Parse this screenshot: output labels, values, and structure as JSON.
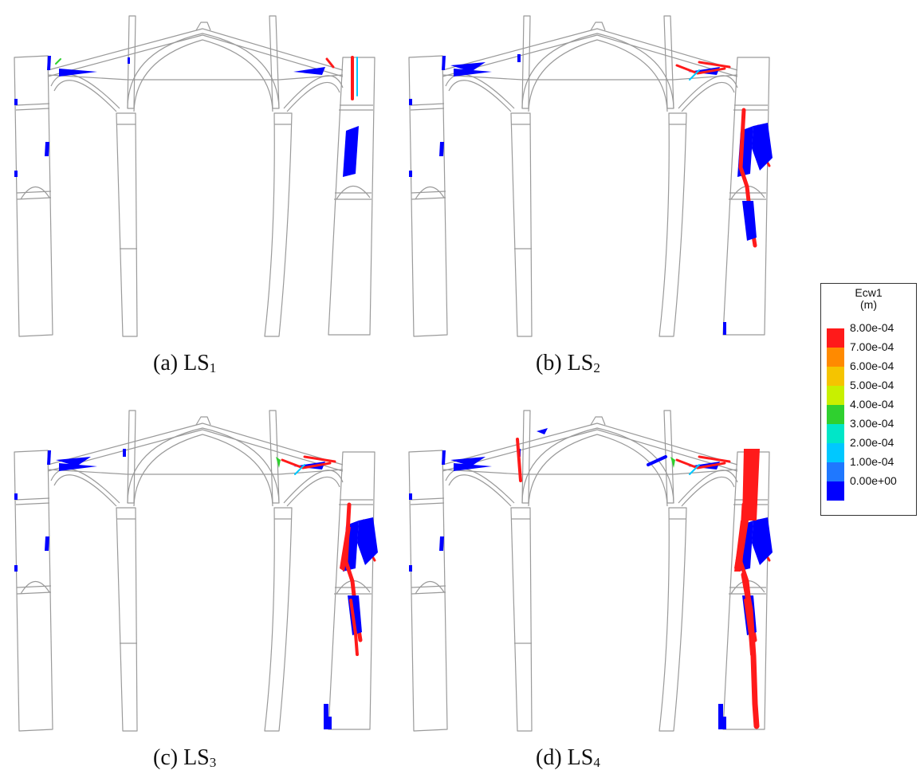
{
  "figure": {
    "panels": [
      {
        "id": "a",
        "caption": "(a) LS",
        "sub": "1",
        "stage": 1
      },
      {
        "id": "b",
        "caption": "(b) LS",
        "sub": "2",
        "stage": 2
      },
      {
        "id": "c",
        "caption": "(c) LS",
        "sub": "3",
        "stage": 3
      },
      {
        "id": "d",
        "caption": "(d) LS",
        "sub": "4",
        "stage": 4
      }
    ]
  },
  "legend": {
    "title_line1": "Ecw1",
    "title_line2": "(m)",
    "entries": [
      {
        "label": "8.00e-04",
        "color": "#ff1a1a"
      },
      {
        "label": "7.00e-04",
        "color": "#ff8a00"
      },
      {
        "label": "6.00e-04",
        "color": "#f5c400"
      },
      {
        "label": "5.00e-04",
        "color": "#c8f000"
      },
      {
        "label": "4.00e-04",
        "color": "#2fd02f"
      },
      {
        "label": "3.00e-04",
        "color": "#00e6c8"
      },
      {
        "label": "2.00e-04",
        "color": "#00c8ff"
      },
      {
        "label": "1.00e-04",
        "color": "#1f78ff"
      },
      {
        "label": "0.00e+00",
        "color": "#0000ff"
      }
    ]
  },
  "colors": {
    "outline": "#9a9a9a",
    "crack_low": "#0000ff",
    "crack_high": "#ff1a1a",
    "crack_mid": "#00c8ff",
    "crack_green": "#2fd02f"
  }
}
